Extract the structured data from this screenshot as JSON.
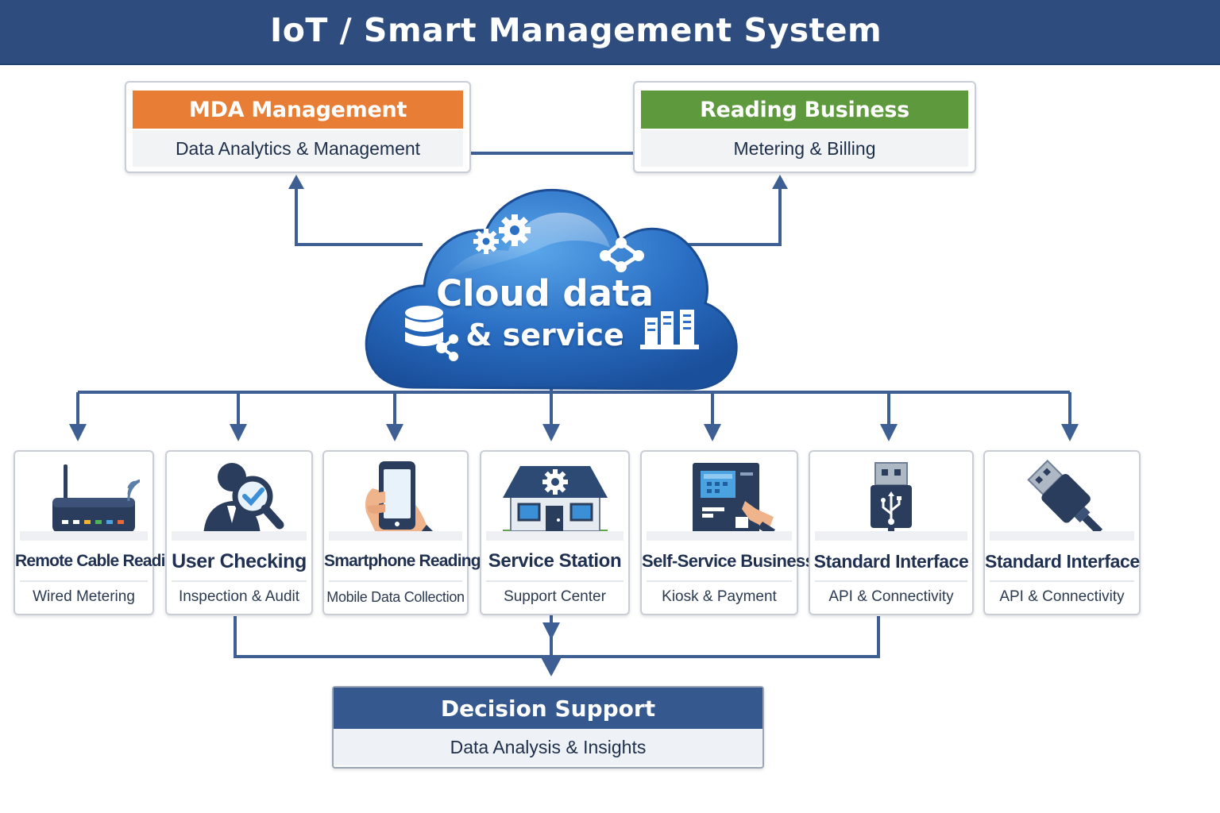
{
  "header": {
    "title": "IoT / Smart Management System"
  },
  "top_boxes": [
    {
      "title": "MDA Management",
      "subtitle": "Data Analytics & Management",
      "color": "#e87e35"
    },
    {
      "title": "Reading Business",
      "subtitle": "Metering & Billing",
      "color": "#5e9a3d"
    }
  ],
  "cloud": {
    "title_line1": "Cloud data",
    "title_line2": "& service",
    "icons": [
      "gears-icon",
      "network-nodes-icon",
      "database-share-icon",
      "server-racks-icon"
    ]
  },
  "devices": [
    {
      "title": "Remote Cable Reading",
      "subtitle": "Wired Metering",
      "icon": "router-icon"
    },
    {
      "title": "User Checking",
      "subtitle": "Inspection & Audit",
      "icon": "user-inspection-icon"
    },
    {
      "title": "Smartphone Reading",
      "subtitle": "Mobile Data Collection",
      "icon": "smartphone-hand-icon"
    },
    {
      "title": "Service Station",
      "subtitle": "Support Center",
      "icon": "service-station-icon"
    },
    {
      "title": "Self-Service Business",
      "subtitle": "Kiosk & Payment",
      "icon": "kiosk-icon"
    },
    {
      "title": "Standard Interface",
      "subtitle": "API & Connectivity",
      "icon": "usb-connector-icon"
    },
    {
      "title": "Standard Interface",
      "subtitle": "API & Connectivity",
      "icon": "usb-cable-icon"
    }
  ],
  "decision": {
    "title": "Decision Support",
    "subtitle": "Data Analysis & Insights"
  },
  "colors": {
    "header": "#2e4d7e",
    "connector": "#3d5f94",
    "cloud": "#2a6fc4",
    "decision": "#35598f"
  }
}
